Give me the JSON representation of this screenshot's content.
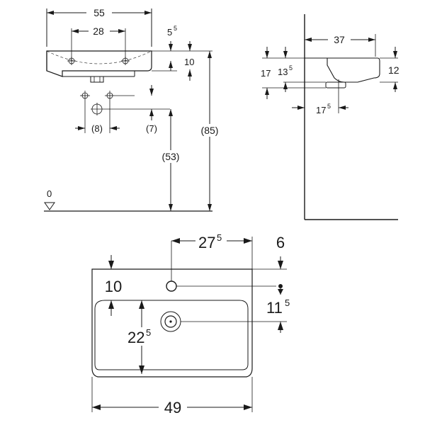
{
  "top_view": {
    "width": "55",
    "tap_spacing": "28",
    "rim_offset": "5",
    "rim_offset_sup": "5",
    "rim_height": "10",
    "pipe_spacing": "(8)",
    "trap_drop": "(7)",
    "outlet_height": "(53)",
    "total_height": "(85)",
    "floor_label": "0"
  },
  "side_view": {
    "depth": "37",
    "rim_height": "12",
    "height_17": "17",
    "height_13": "13",
    "height_13_sup": "5",
    "waste_offset": "17",
    "waste_offset_sup": "5"
  },
  "plan_view": {
    "tap_offset": "27",
    "tap_offset_sup": "5",
    "edge_6": "6",
    "back_10": "10",
    "waste_11": "11",
    "waste_11_sup": "5",
    "bowl_22": "22",
    "bowl_22_sup": "5",
    "width_49": "49"
  }
}
